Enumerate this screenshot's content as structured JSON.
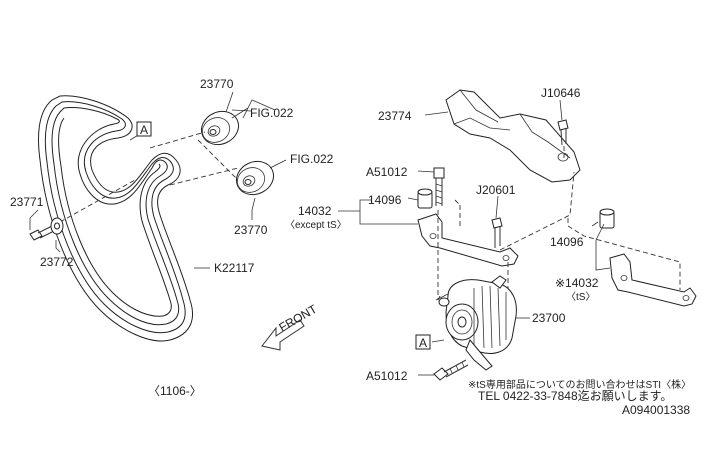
{
  "labels": {
    "p23770_top": "23770",
    "fig022_top": "FIG.022",
    "box_a_top": "A",
    "p23771": "23771",
    "p23772": "23772",
    "fig022_mid": "FIG.022",
    "p23770_bot": "23770",
    "k22117": "K22117",
    "front": "FRONT",
    "range_code": "〈1106-〉",
    "p23774": "23774",
    "j10646": "J10646",
    "a51012_top": "A51012",
    "p14096_left": "14096",
    "p14032_left": "14032",
    "except_ts": "〈except tS〉",
    "j20601": "J20601",
    "p14096_right": "14096",
    "p14032_right": "※14032",
    "ts": "〈tS〉",
    "p23700": "23700",
    "box_a_bot": "A",
    "a51012_bot": "A51012",
    "note_line1": "※tS専用部品についてのお問い合わせはSTI〈株〉",
    "note_line2": "TEL 0422-33-7848迄お願いします。",
    "diagram_id": "A094001338"
  }
}
